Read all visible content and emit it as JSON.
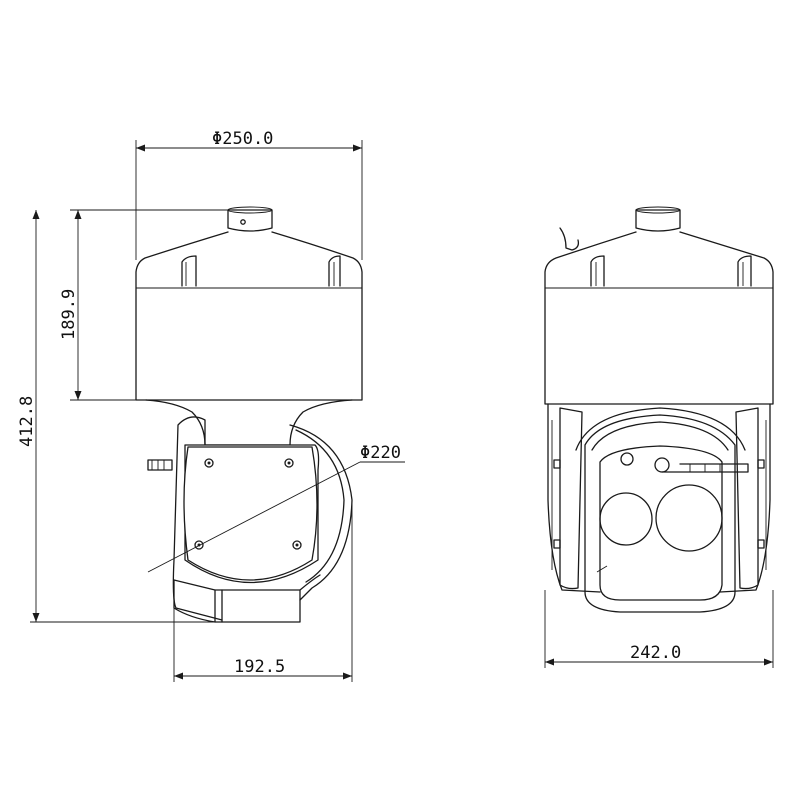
{
  "dimensions": {
    "top_diameter": "Φ250.0",
    "dome_height": "189.9",
    "total_height": "412.8",
    "pan_diameter": "Φ220",
    "side_depth": "192.5",
    "front_width": "242.0"
  },
  "colors": {
    "line": "#1a1a1a",
    "background": "#ffffff"
  }
}
